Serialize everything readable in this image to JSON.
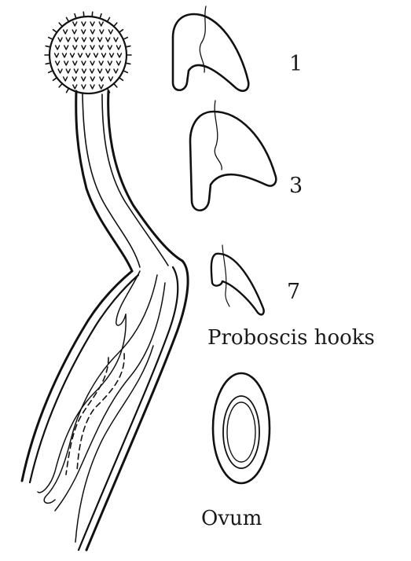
{
  "labels": {
    "hook_1": "1",
    "hook_3": "3",
    "hook_7": "7",
    "hooks_caption": "Proboscis hooks",
    "ovum_caption": "Ovum"
  },
  "colors": {
    "ink": "#111111",
    "background": "#ffffff"
  }
}
